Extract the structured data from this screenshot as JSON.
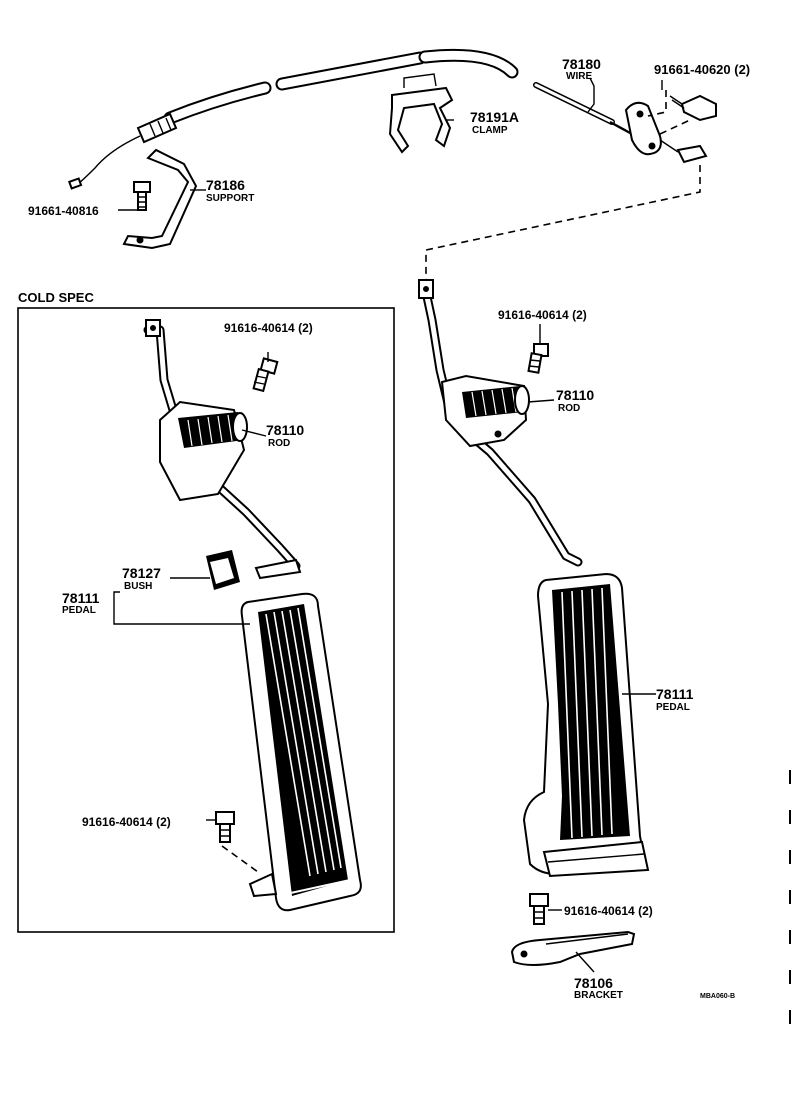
{
  "section": {
    "label": "COLD SPEC"
  },
  "reference_code": "MBA060-B",
  "callouts": [
    {
      "id": "wire",
      "number": "78180",
      "name": "WIRE"
    },
    {
      "id": "screw-top",
      "number": "91661-40620 (2)",
      "name": ""
    },
    {
      "id": "clamp",
      "number": "78191A",
      "name": "CLAMP"
    },
    {
      "id": "support",
      "number": "78186",
      "name": "SUPPORT"
    },
    {
      "id": "screw-support",
      "number": "91661-40816",
      "name": ""
    },
    {
      "id": "bolt-cold-top",
      "number": "91616-40614 (2)",
      "name": ""
    },
    {
      "id": "rod-cold",
      "number": "78110",
      "name": "ROD"
    },
    {
      "id": "bush",
      "number": "78127",
      "name": "BUSH"
    },
    {
      "id": "pedal-cold",
      "number": "78111",
      "name": "PEDAL"
    },
    {
      "id": "bolt-cold-bottom",
      "number": "91616-40614 (2)",
      "name": ""
    },
    {
      "id": "bolt-std-top",
      "number": "91616-40614 (2)",
      "name": ""
    },
    {
      "id": "rod-std",
      "number": "78110",
      "name": "ROD"
    },
    {
      "id": "pedal-std",
      "number": "78111",
      "name": "PEDAL"
    },
    {
      "id": "bolt-std-bottom",
      "number": "91616-40614 (2)",
      "name": ""
    },
    {
      "id": "bracket",
      "number": "78106",
      "name": "BRACKET"
    }
  ]
}
